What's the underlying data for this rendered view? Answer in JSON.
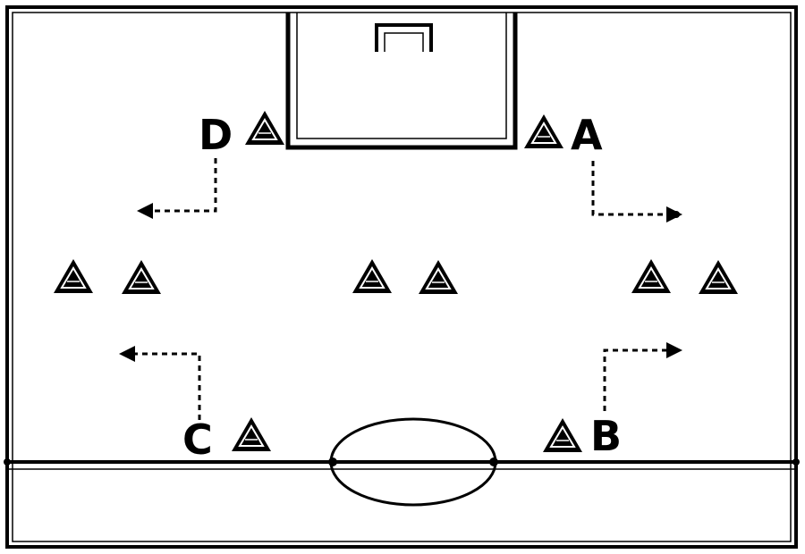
{
  "diagram": {
    "stations": [
      {
        "id": "A",
        "label": "A"
      },
      {
        "id": "B",
        "label": "B"
      },
      {
        "id": "C",
        "label": "C"
      },
      {
        "id": "D",
        "label": "D"
      }
    ],
    "colors": {
      "line": "#000000",
      "background": "#ffffff",
      "run_path": "#000000",
      "center_circle": "#000000"
    },
    "icons": [
      "cone-icon",
      "goal-icon",
      "arrow-icon"
    ]
  }
}
